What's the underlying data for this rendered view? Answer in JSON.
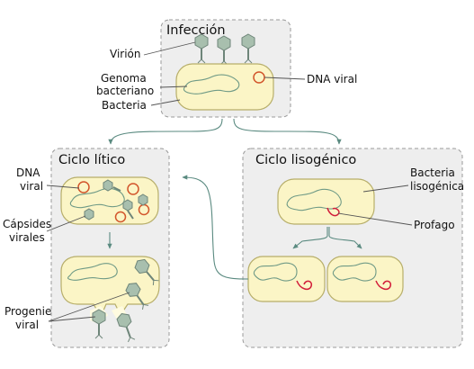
{
  "panels": {
    "infection": {
      "title": "Infección",
      "labels": {
        "virion": "Virión",
        "bacterial_genome_line1": "Genoma",
        "bacterial_genome_line2": "bacteriano",
        "bacterium": "Bacteria",
        "viral_dna": "DNA viral"
      }
    },
    "lytic": {
      "title": "Ciclo lítico",
      "labels": {
        "viral_dna_line1": "DNA",
        "viral_dna_line2": "viral",
        "capsids_line1": "Cápsides",
        "capsids_line2": "virales",
        "progeny_line1": "Progenie",
        "progeny_line2": "viral"
      }
    },
    "lysogenic": {
      "title": "Ciclo lisogénico",
      "labels": {
        "lysogenic_bacterium_line1": "Bacteria",
        "lysogenic_bacterium_line2": "lisogénica",
        "prophage": "Profago"
      }
    }
  },
  "colors": {
    "panel_fill": "#eeeeee",
    "cell_fill": "#fbf5c6",
    "genome": "#6f9a86",
    "viral_dna": "#d2552b",
    "prophage": "#d21d3a",
    "arrow": "#5a8a80",
    "phage": "#a8bfae"
  },
  "icons": [
    "bacteriophage-icon",
    "bacterium-icon",
    "viral-dna-icon",
    "prophage-icon"
  ]
}
